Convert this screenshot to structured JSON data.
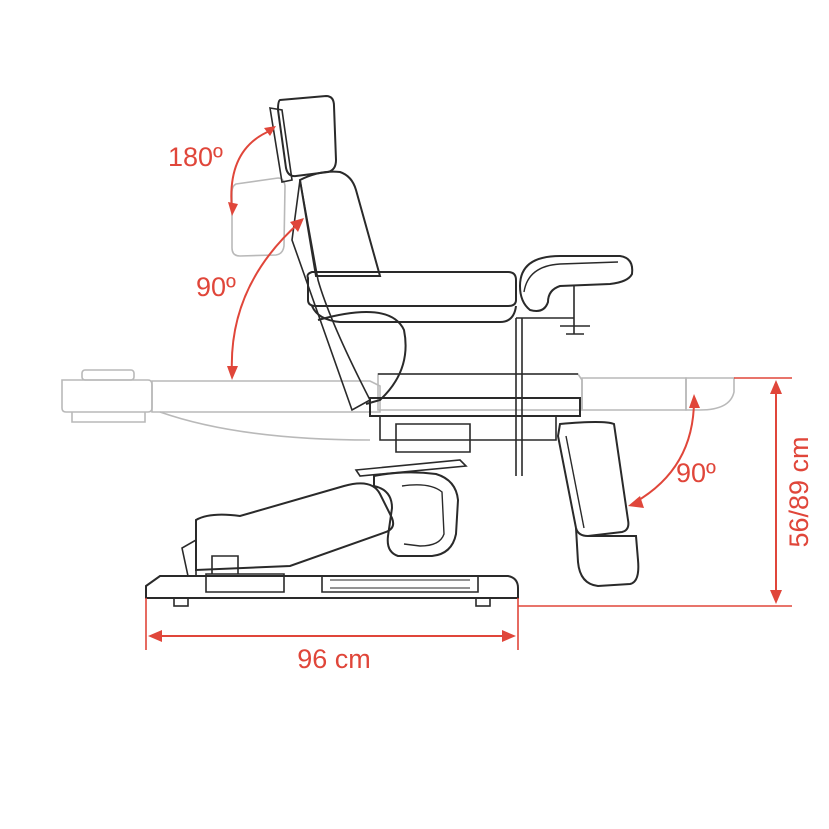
{
  "annotations": {
    "headrest_angle": "180º",
    "backrest_angle": "90º",
    "legrest_angle": "90º",
    "width": "96 cm",
    "height": "56/89 cm"
  },
  "colors": {
    "dimension": "#e0463a",
    "outline": "#2a2a2a",
    "ghost": "#b9b9b9"
  }
}
